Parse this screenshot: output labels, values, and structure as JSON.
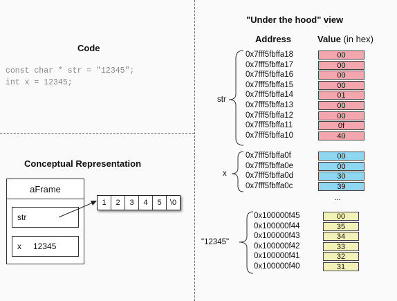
{
  "code": {
    "title": "Code",
    "lines": [
      "const char * str = \"12345\";",
      "int x = 12345;"
    ]
  },
  "conceptual": {
    "title": "Conceptual Representation",
    "frame_title": "aFrame",
    "str_label": "str",
    "x_label": "x",
    "x_value": "12345",
    "array_cells": [
      "1",
      "2",
      "3",
      "4",
      "5",
      "\\0"
    ]
  },
  "memory": {
    "title": "\"Under the hood\" view",
    "address_header": "Address",
    "value_header": "Value",
    "value_header_note": " (in hex)",
    "ellipsis": "...",
    "str_group": {
      "label": "str",
      "rows": [
        {
          "address": "0x7fff5fbffa18",
          "value": "00"
        },
        {
          "address": "0x7fff5fbffa17",
          "value": "00"
        },
        {
          "address": "0x7fff5fbffa16",
          "value": "00"
        },
        {
          "address": "0x7fff5fbffa15",
          "value": "00"
        },
        {
          "address": "0x7fff5fbffa14",
          "value": "01"
        },
        {
          "address": "0x7fff5fbffa13",
          "value": "00"
        },
        {
          "address": "0x7fff5fbffa12",
          "value": "00"
        },
        {
          "address": "0x7fff5fbffa11",
          "value": "0f"
        },
        {
          "address": "0x7fff5fbffa10",
          "value": "40"
        }
      ]
    },
    "x_group": {
      "label": "x",
      "rows": [
        {
          "address": "0x7fff5fbffa0f",
          "value": "00"
        },
        {
          "address": "0x7fff5fbffa0e",
          "value": "00"
        },
        {
          "address": "0x7fff5fbffa0d",
          "value": "30"
        },
        {
          "address": "0x7fff5fbffa0c",
          "value": "39"
        }
      ]
    },
    "literal_group": {
      "label": "\"12345\"",
      "rows": [
        {
          "address": "0x100000f45",
          "value": "00"
        },
        {
          "address": "0x100000f44",
          "value": "35"
        },
        {
          "address": "0x100000f43",
          "value": "34"
        },
        {
          "address": "0x100000f42",
          "value": "33"
        },
        {
          "address": "0x100000f41",
          "value": "32"
        },
        {
          "address": "0x100000f40",
          "value": "31"
        }
      ]
    }
  }
}
